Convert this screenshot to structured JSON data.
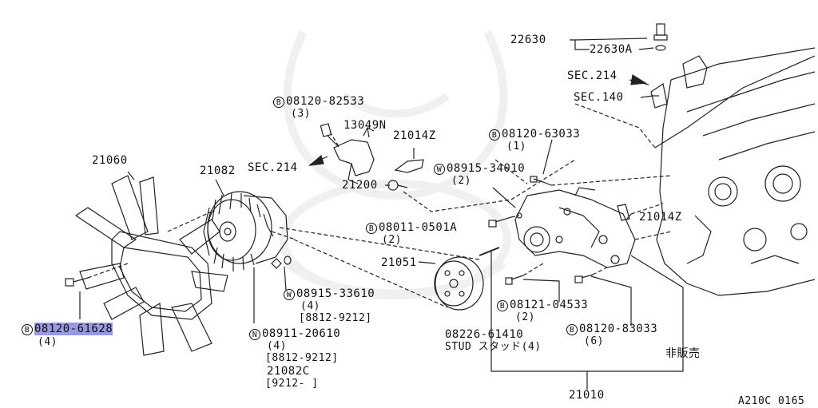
{
  "figure_id": "A210C 0165",
  "colors": {
    "line": "#222222",
    "highlight": "#9999e0",
    "watermark": "#f0f0f0"
  },
  "labels": {
    "p22630": "22630",
    "p22630A": "22630A",
    "sec214_top": "SEC.214",
    "sec140": "SEC.140",
    "b82533_prefix": "B",
    "b82533": "08120-82533",
    "b82533_qty": "(3)",
    "p13049N": "13049N",
    "p21014Z_top": "21014Z",
    "sec214_left": "SEC.214",
    "p21200": "21200",
    "b63033_prefix": "B",
    "b63033": "08120-63033",
    "b63033_qty": "(1)",
    "w34010_prefix": "W",
    "w34010": "08915-34010",
    "w34010_qty": "(2)",
    "p21060": "21060",
    "p21082": "21082",
    "b0501A_prefix": "B",
    "b0501A": "08011-0501A",
    "b0501A_qty": "(2)",
    "p21014Z_right": "21014Z",
    "p21051": "21051",
    "w33610_prefix": "W",
    "w33610": "08915-33610",
    "w33610_qty": "(4)",
    "w33610_range": "[8812-9212]",
    "b04533_prefix": "B",
    "b04533": "08121-04533",
    "b04533_qty": "(2)",
    "b61628_prefix": "B",
    "b61628": "08120-61628",
    "b61628_qty": "(4)",
    "n20610_prefix": "N",
    "n20610": "08911-20610",
    "n20610_qty": "(4)",
    "n20610_range": "[8812-9212]",
    "p21082C": "21082C",
    "p21082C_range": "[9212-   ]",
    "stud_part": "08226-61410",
    "stud_text": "STUD スタッド(4)",
    "b83033_prefix": "B",
    "b83033": "08120-83033",
    "b83033_qty": "(6)",
    "not_for_sale": "非販売",
    "p21010": "21010"
  }
}
